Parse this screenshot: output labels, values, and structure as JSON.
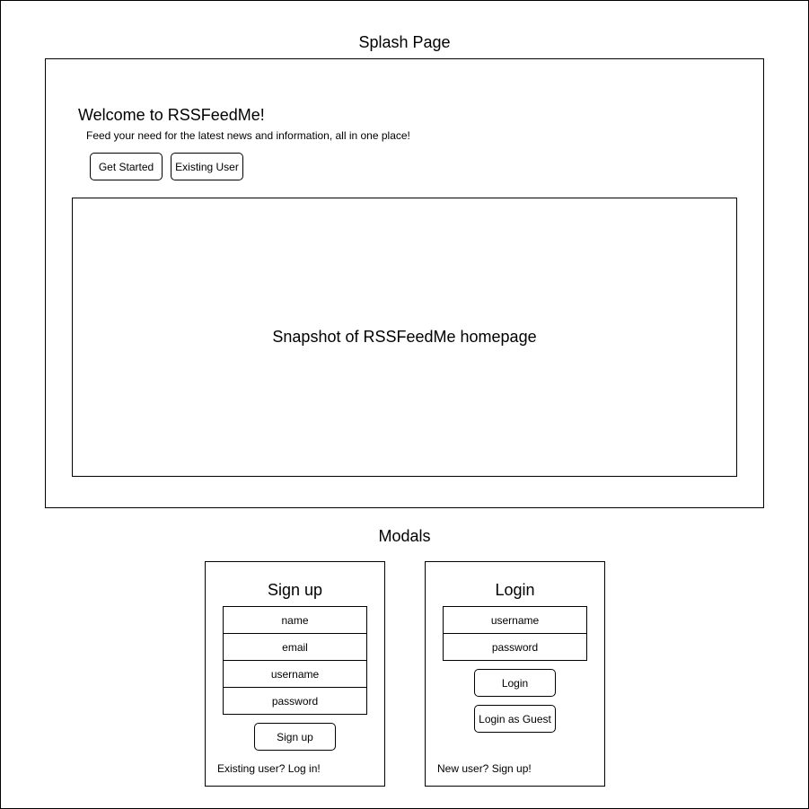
{
  "splash": {
    "title": "Splash Page",
    "welcome_heading": "Welcome to RSSFeedMe!",
    "tagline": "Feed your need for the latest news and information, all in one place!",
    "get_started_label": "Get Started",
    "existing_user_label": "Existing User",
    "snapshot_label": "Snapshot of RSSFeedMe homepage"
  },
  "modals": {
    "title": "Modals",
    "signup": {
      "title": "Sign up",
      "fields": [
        "name",
        "email",
        "username",
        "password"
      ],
      "submit_label": "Sign up",
      "footer_link": "Existing user? Log in!"
    },
    "login": {
      "title": "Login",
      "fields": [
        "username",
        "password"
      ],
      "submit_label": "Login",
      "guest_label": "Login as Guest",
      "footer_link": "New user? Sign up!"
    }
  }
}
